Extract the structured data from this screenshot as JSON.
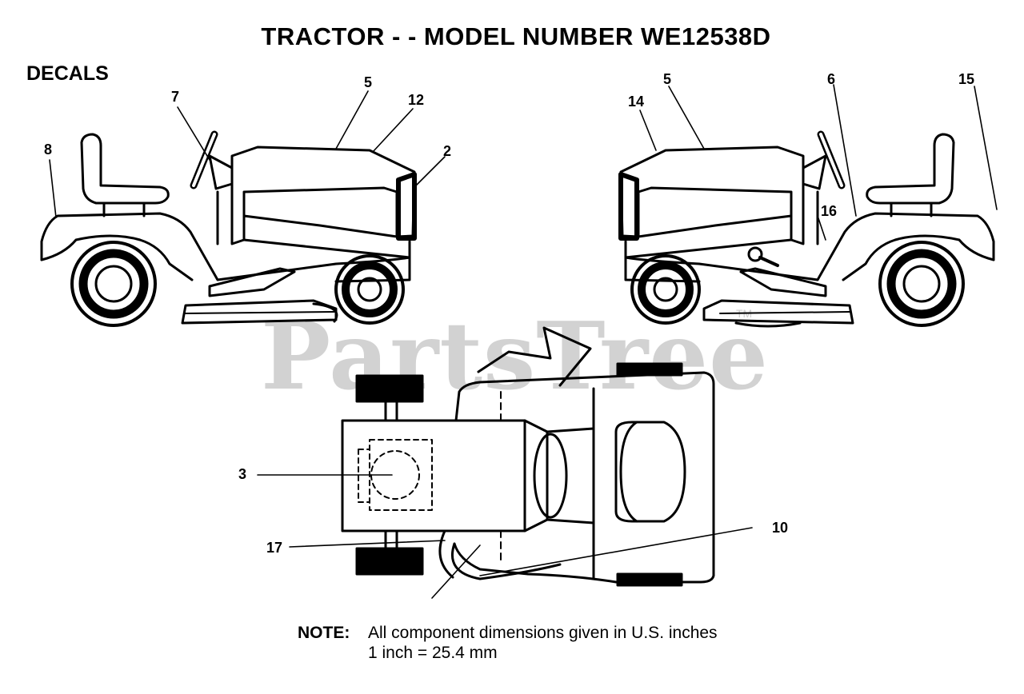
{
  "title": "TRACTOR - - MODEL NUMBER WE12538D",
  "section_label": "DECALS",
  "watermark": "PartsTree",
  "watermark_tm": "TM",
  "callouts": {
    "c8": "8",
    "c7": "7",
    "c5_left": "5",
    "c12": "12",
    "c2": "2",
    "c14": "14",
    "c5_right": "5",
    "c6": "6",
    "c15": "15",
    "c16": "16",
    "c3": "3",
    "c17": "17",
    "c10": "10"
  },
  "note": {
    "label": "NOTE:",
    "line1": "All component dimensions given in U.S. inches",
    "line2": "1 inch = 25.4 mm"
  }
}
